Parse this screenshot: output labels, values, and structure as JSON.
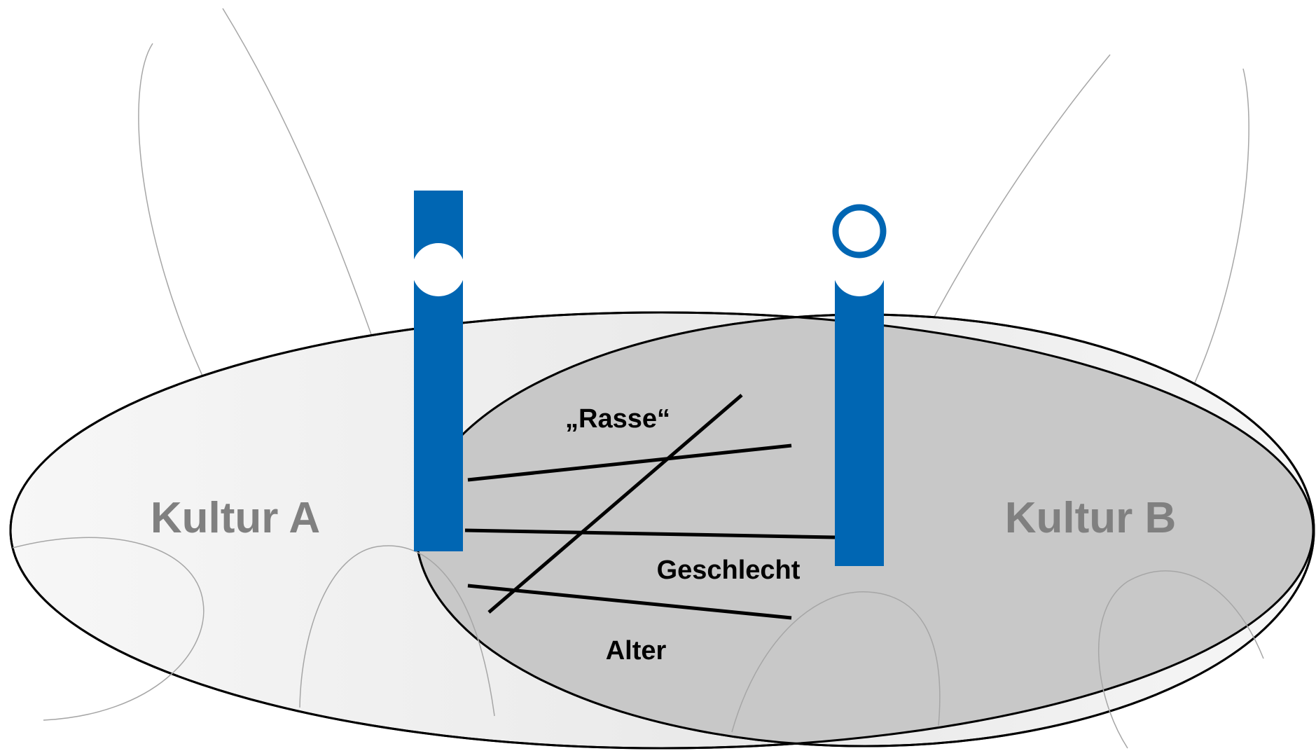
{
  "colors": {
    "background": "#ffffff",
    "culture_label": "#808080",
    "dimension_label": "#000000",
    "ellipse_stroke": "#000000",
    "ellipse_fill_light": "#f2f2f2",
    "ellipse_fill_dark": "#e3e3e3",
    "overlap_fill": "#c8c8c8",
    "figure_blue": "#0066b3",
    "thin_curves": "#a6a6a6",
    "cross_lines": "#000000"
  },
  "cultures": {
    "a": {
      "label": "Kultur A"
    },
    "b": {
      "label": "Kultur B"
    }
  },
  "dimensions": {
    "race": "„Rasse“",
    "gender": "Geschlecht",
    "age": "Alter"
  },
  "icons": {
    "person_a": "person-i-icon",
    "person_b": "person-i-icon"
  }
}
